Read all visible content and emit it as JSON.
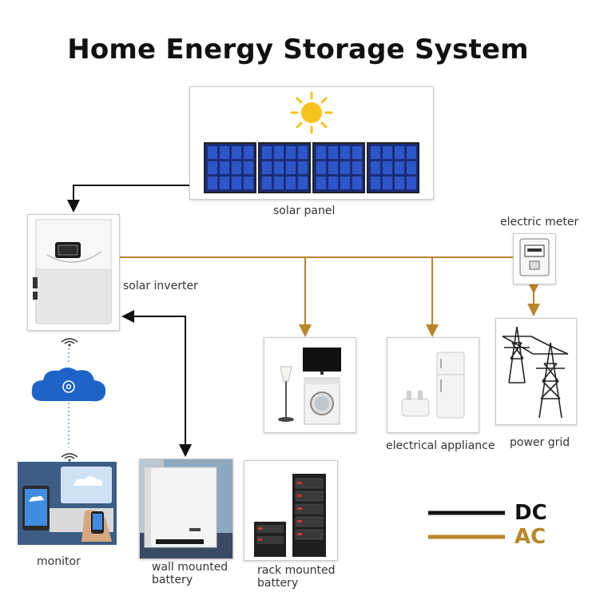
{
  "title": "Home Energy Storage System",
  "labels": {
    "solar_panel": "solar panel",
    "solar_inverter": "solar inverter",
    "electric_meter": "electric meter",
    "electrical_appliance": "electrical appliance",
    "power_grid": "power grid",
    "monitor": "monitor",
    "wall_battery_line1": "wall mounted",
    "wall_battery_line2": "battery",
    "rack_battery_line1": "rack mounted",
    "rack_battery_line2": "battery"
  },
  "legend": {
    "dc": "DC",
    "ac": "AC",
    "dc_color": "#111111",
    "ac_color": "#b8862a"
  },
  "icons": [
    "sun-icon",
    "cloud-icon",
    "wifi-icon",
    "at-icon"
  ]
}
